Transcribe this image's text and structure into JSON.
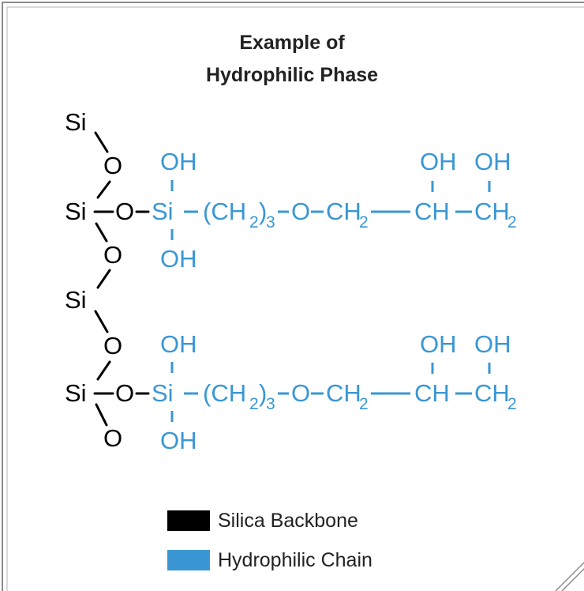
{
  "title": {
    "line1": "Example of",
    "line2": "Hydrophilic Phase"
  },
  "colors": {
    "backbone": "#000000",
    "chain": "#3a97d4",
    "frame": "#8c8c8c"
  },
  "backbone_labels": {
    "si": "Si",
    "o": "O"
  },
  "chain": {
    "oh": "OH",
    "si": "Si",
    "ch2_open": "(CH",
    "ch2_sub": "2",
    "ch2_close": ")",
    "repeat_sub": "3",
    "ether_o": "O",
    "ch": "CH",
    "ch2": "CH",
    "sub2": "2"
  },
  "legend": [
    {
      "label": "Silica Backbone",
      "color": "#000000"
    },
    {
      "label": "Hydrophilic Chain",
      "color": "#3a97d4"
    }
  ]
}
